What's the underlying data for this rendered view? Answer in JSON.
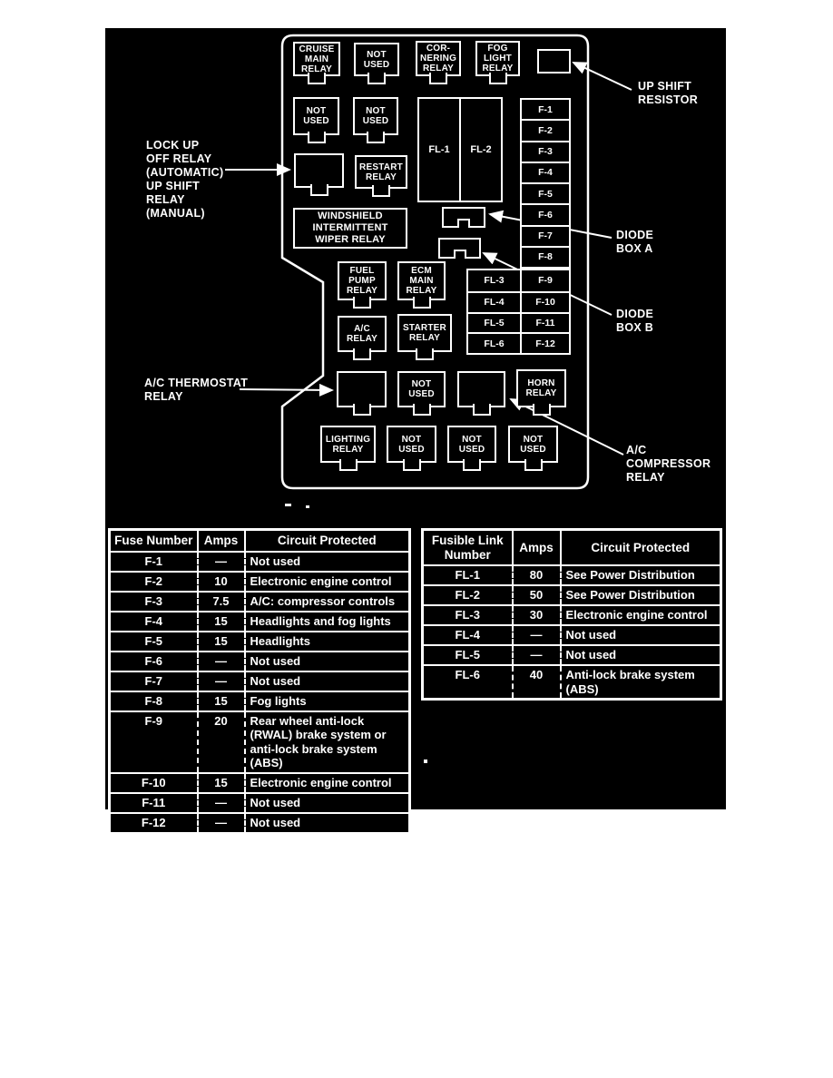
{
  "colors": {
    "background": "#000000",
    "ink": "#ffffff",
    "page": "#ffffff"
  },
  "diagram": {
    "relay_labels": {
      "cruise_main": "CRUISE\nMAIN\nRELAY",
      "not_used": "NOT\nUSED",
      "cornering": "COR-\nNERING\nRELAY",
      "fog_light": "FOG\nLIGHT\nRELAY",
      "restart": "RESTART\nRELAY",
      "windshield": "WINDSHIELD\nINTERMITTENT\nWIPER RELAY",
      "fuel_pump": "FUEL\nPUMP\nRELAY",
      "ecm_main": "ECM\nMAIN\nRELAY",
      "ac": "A/C\nRELAY",
      "starter": "STARTER\nRELAY",
      "horn": "HORN\nRELAY",
      "lighting": "LIGHTING\nRELAY"
    },
    "fuses": [
      "F-1",
      "F-2",
      "F-3",
      "F-4",
      "F-5",
      "F-6",
      "F-7",
      "F-8",
      "F-9",
      "F-10",
      "F-11",
      "F-12"
    ],
    "fusible_links": [
      "FL-1",
      "FL-2",
      "FL-3",
      "FL-4",
      "FL-5",
      "FL-6"
    ],
    "callouts": {
      "lock_up": "LOCK UP\nOFF RELAY\n(AUTOMATIC)\nUP SHIFT\nRELAY\n(MANUAL)",
      "up_shift_resistor": "UP SHIFT\nRESISTOR",
      "diode_box_a": "DIODE\nBOX A",
      "diode_box_b": "DIODE\nBOX B",
      "ac_thermostat": "A/C THERMOSTAT\nRELAY",
      "ac_compressor": "A/C COMPRESSOR\nRELAY"
    }
  },
  "fuse_table": {
    "headers": [
      "Fuse Number",
      "Amps",
      "Circuit Protected"
    ],
    "rows": [
      {
        "n": "F-1",
        "amps": "—",
        "circuit": "Not used"
      },
      {
        "n": "F-2",
        "amps": "10",
        "circuit": "Electronic engine control"
      },
      {
        "n": "F-3",
        "amps": "7.5",
        "circuit": "A/C: compressor controls"
      },
      {
        "n": "F-4",
        "amps": "15",
        "circuit": "Headlights and fog lights"
      },
      {
        "n": "F-5",
        "amps": "15",
        "circuit": "Headlights"
      },
      {
        "n": "F-6",
        "amps": "—",
        "circuit": "Not used"
      },
      {
        "n": "F-7",
        "amps": "—",
        "circuit": "Not used"
      },
      {
        "n": "F-8",
        "amps": "15",
        "circuit": "Fog lights"
      },
      {
        "n": "F-9",
        "amps": "20",
        "circuit": "Rear wheel anti-lock\n(RWAL) brake system or\nanti-lock brake system\n(ABS)"
      },
      {
        "n": "F-10",
        "amps": "15",
        "circuit": "Electronic engine control"
      },
      {
        "n": "F-11",
        "amps": "—",
        "circuit": "Not used"
      },
      {
        "n": "F-12",
        "amps": "—",
        "circuit": "Not used"
      }
    ]
  },
  "fusible_link_table": {
    "headers": [
      "Fusible Link\nNumber",
      "Amps",
      "Circuit Protected"
    ],
    "rows": [
      {
        "n": "FL-1",
        "amps": "80",
        "circuit": "See Power Distribution"
      },
      {
        "n": "FL-2",
        "amps": "50",
        "circuit": "See Power Distribution"
      },
      {
        "n": "FL-3",
        "amps": "30",
        "circuit": "Electronic engine control"
      },
      {
        "n": "FL-4",
        "amps": "—",
        "circuit": "Not used"
      },
      {
        "n": "FL-5",
        "amps": "—",
        "circuit": "Not used"
      },
      {
        "n": "FL-6",
        "amps": "40",
        "circuit": "Anti-lock brake system\n(ABS)"
      }
    ]
  }
}
